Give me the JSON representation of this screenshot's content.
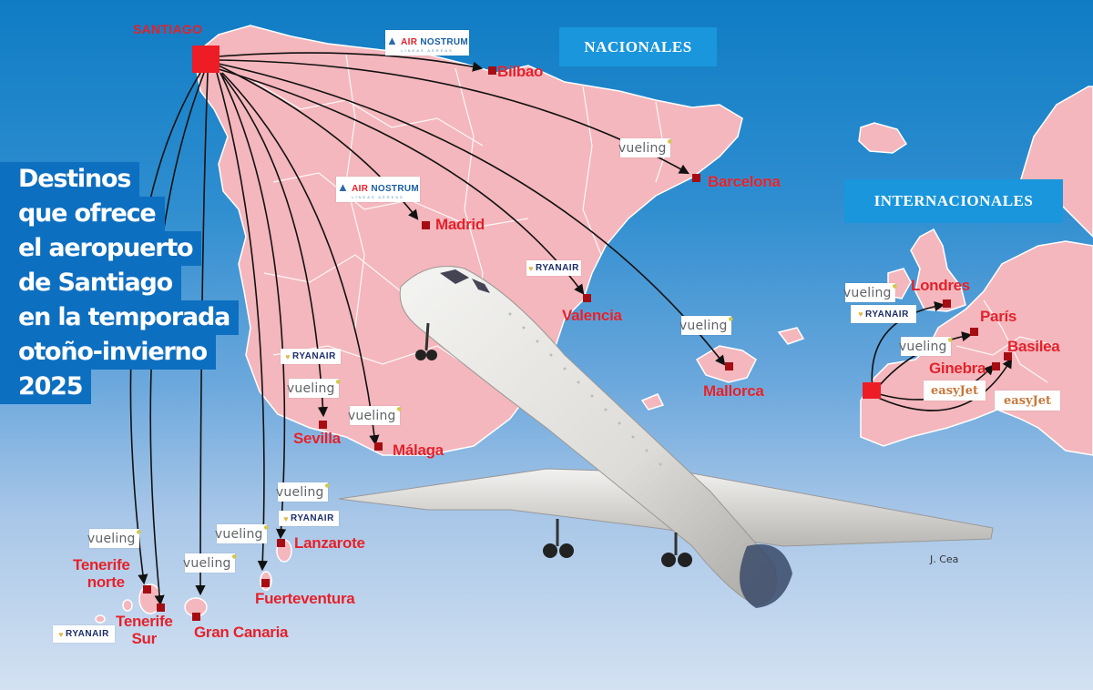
{
  "title": {
    "lines": [
      "Destinos",
      "que ofrece",
      "el aeropuerto",
      "de Santiago",
      "en la temporada",
      "otoño-invierno",
      "2025"
    ]
  },
  "sections": {
    "national": "NACIONALES",
    "international": "INTERNACIONALES"
  },
  "origin": {
    "label": "SANTIAGO",
    "color": "#ee1c25"
  },
  "national_destinations": [
    {
      "name": "Bilbao",
      "airlines": [
        "Air Nostrum"
      ]
    },
    {
      "name": "Barcelona",
      "airlines": [
        "Vueling"
      ]
    },
    {
      "name": "Madrid",
      "airlines": [
        "Air Nostrum"
      ]
    },
    {
      "name": "Valencia",
      "airlines": [
        "Ryanair"
      ]
    },
    {
      "name": "Mallorca",
      "airlines": [
        "Vueling"
      ]
    },
    {
      "name": "Sevilla",
      "airlines": [
        "Ryanair",
        "Vueling"
      ]
    },
    {
      "name": "Málaga",
      "airlines": [
        "Vueling"
      ]
    },
    {
      "name": "Lanzarote",
      "airlines": [
        "Vueling",
        "Ryanair"
      ]
    },
    {
      "name": "Fuerteventura",
      "airlines": [
        "Vueling"
      ]
    },
    {
      "name": "Gran Canaria",
      "airlines": [
        "Vueling"
      ]
    },
    {
      "name": "Tenerife norte",
      "airlines": [
        "Vueling"
      ]
    },
    {
      "name": "Tenerife Sur",
      "airlines": [
        "Ryanair"
      ]
    }
  ],
  "international_destinations": [
    {
      "name": "Londres",
      "airlines": [
        "Vueling",
        "Ryanair"
      ]
    },
    {
      "name": "París",
      "airlines": [
        "Vueling"
      ]
    },
    {
      "name": "Ginebra",
      "airlines": [
        "easyJet"
      ]
    },
    {
      "name": "Basilea",
      "airlines": [
        "easyJet"
      ]
    }
  ],
  "labels": {
    "bilbao": "Bilbao",
    "barcelona": "Barcelona",
    "madrid": "Madrid",
    "valencia": "Valencia",
    "mallorca": "Mallorca",
    "sevilla": "Sevilla",
    "malaga": "Málaga",
    "lanzarote": "Lanzarote",
    "fuerteventura": "Fuerteventura",
    "gran_canaria": "Gran Canaria",
    "tenerife_norte_1": "Tenerife",
    "tenerife_norte_2": "norte",
    "tenerife_sur_1": "Tenerife",
    "tenerife_sur_2": "Sur",
    "londres": "Londres",
    "paris": "París",
    "ginebra": "Ginebra",
    "basilea": "Basilea"
  },
  "logos": {
    "vueling": "vueling",
    "ryanair": "RYANAIR",
    "airnostrum_main": "NOSTRUM",
    "airnostrum_air": "AIR",
    "airnostrum_sub": "LÍNEAS AÉREAS",
    "easyjet": "easyJet"
  },
  "colors": {
    "land": "#f4b7bd",
    "sea_top": "#0f7cc4",
    "sea_bottom": "#d3e1f2",
    "title_bg": "#0d6fc0",
    "section_bg": "#1a96dc",
    "city_text": "#e3212b",
    "city_dot": "#a50d12"
  },
  "credit": "J. Cea"
}
